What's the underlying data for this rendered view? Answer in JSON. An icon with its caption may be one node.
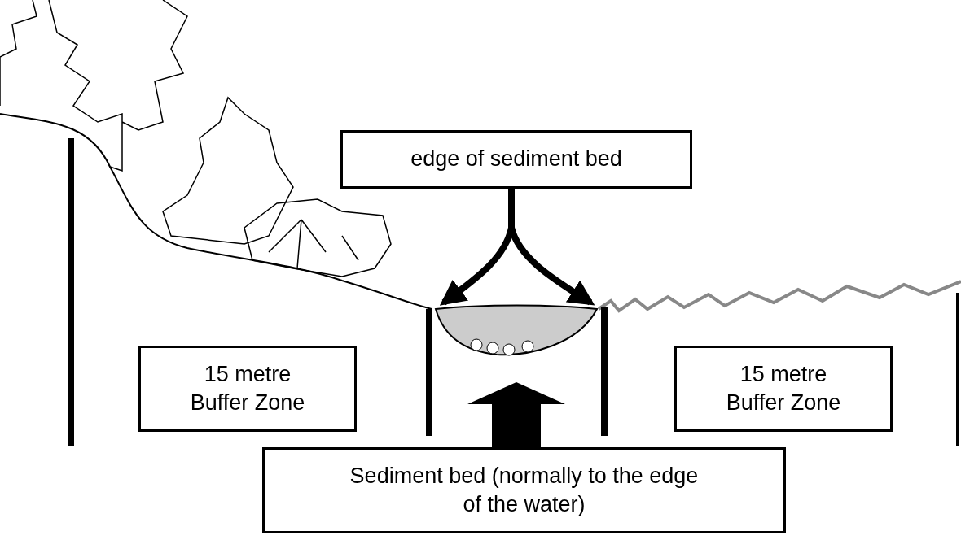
{
  "diagram": {
    "nodes": [
      {
        "text": [
          "edge of sediment bed"
        ]
      },
      {
        "text": [],
        "shape": "picture"
      },
      {
        "text": [
          "15 metre Buffer Zone"
        ]
      },
      {
        "text": [
          "15 metre Buffer Zone"
        ]
      },
      {
        "text": [
          "Sediment bed (normally to the edge of the water)"
        ]
      }
    ],
    "edges": [
      {
        "from": 0,
        "to": 1,
        "arrow": "to"
      },
      {
        "from": 0,
        "to": 1,
        "arrow": "to"
      },
      {
        "from": 4,
        "to": 1,
        "arrow": "to",
        "style": "thick"
      }
    ]
  }
}
